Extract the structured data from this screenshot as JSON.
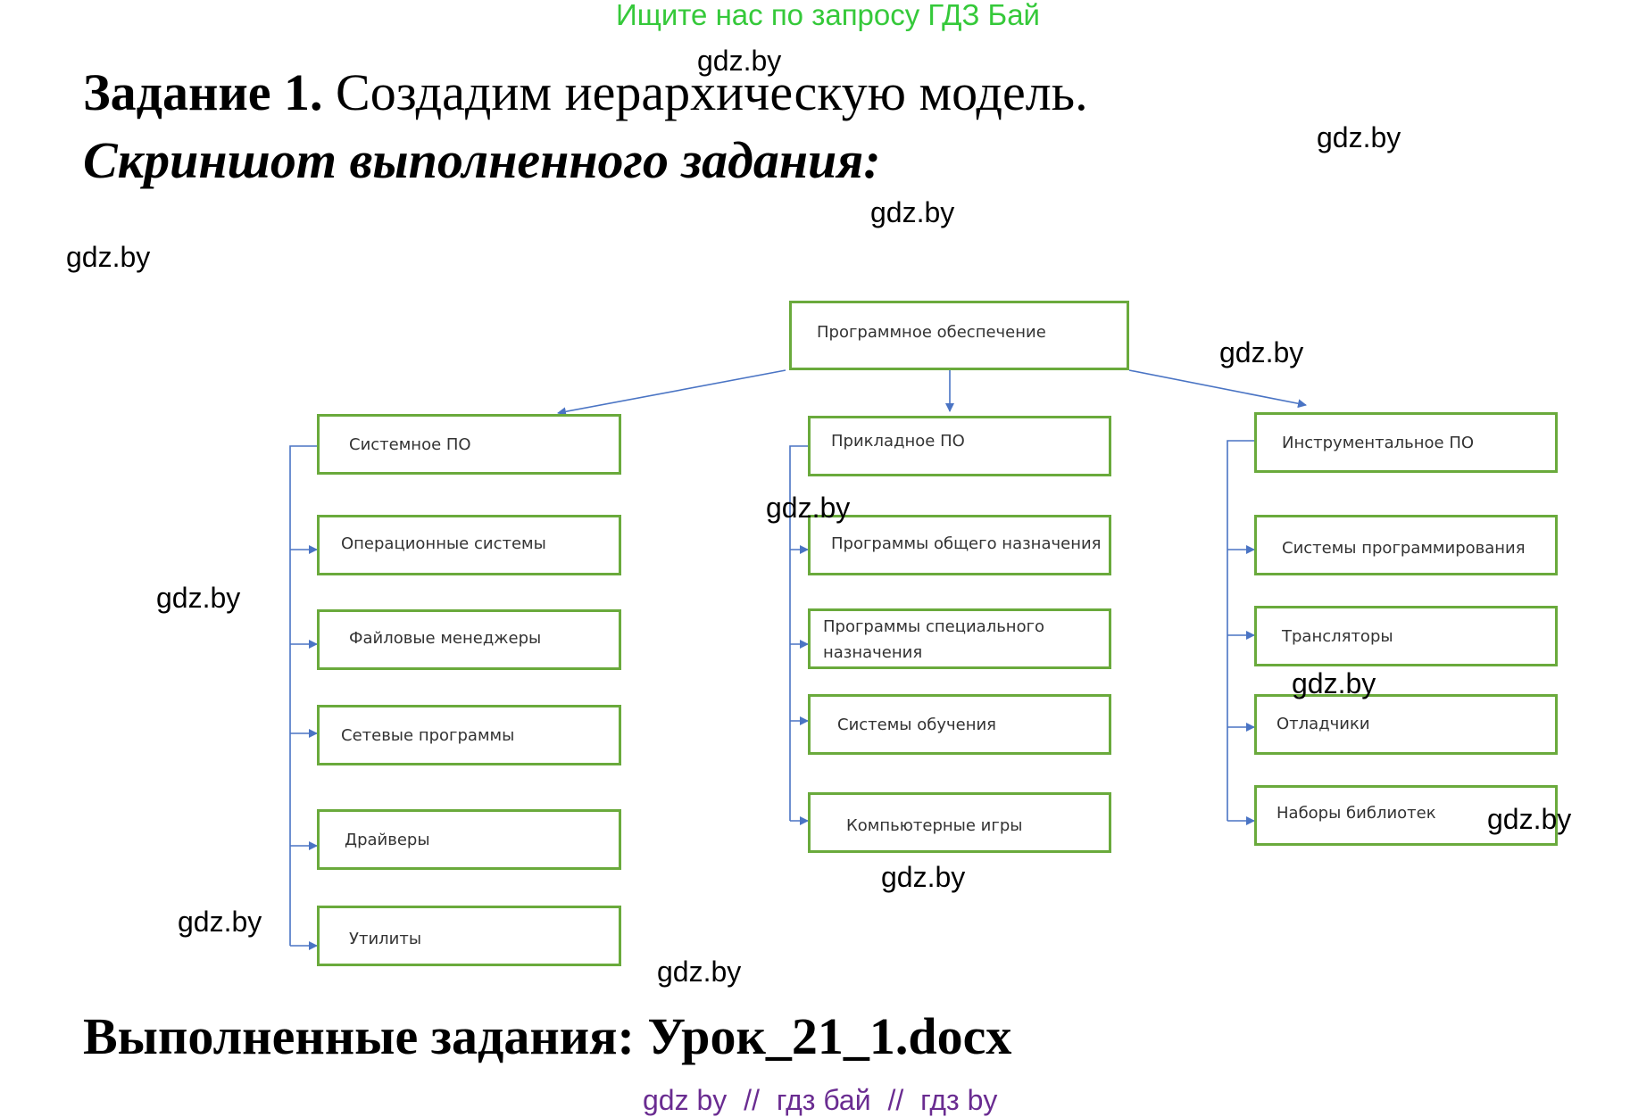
{
  "banner": "Ищите нас по запросу ГДЗ Бай",
  "watermark": "gdz.by",
  "task": {
    "label": "Задание 1.",
    "text": "Создадим иерархическую модель.",
    "subtitle": "Скриншот выполненного задания:"
  },
  "diagram": {
    "root": "Программное обеспечение",
    "system": {
      "title": "Системное ПО",
      "items": [
        "Операционные системы",
        "Файловые менеджеры",
        "Сетевые программы",
        "Драйверы",
        "Утилиты"
      ]
    },
    "applied": {
      "title": "Прикладное ПО",
      "items": [
        "Программы общего назначения",
        "Программы специального назначения",
        "Системы обучения",
        "Компьютерные игры"
      ]
    },
    "tools": {
      "title": "Инструментальное ПО",
      "items": [
        "Системы программирования",
        "Трансляторы",
        "Отладчики",
        "Наборы библиотек"
      ]
    },
    "colors": {
      "box_border": "#6aaa3c",
      "connector": "#4a74c4"
    }
  },
  "footer": {
    "label": "Выполненные задания:",
    "file": "Урок_21_1.docx"
  },
  "bottom_links": [
    "gdz by",
    "//",
    "гдз бай",
    "//",
    "гдз by"
  ]
}
